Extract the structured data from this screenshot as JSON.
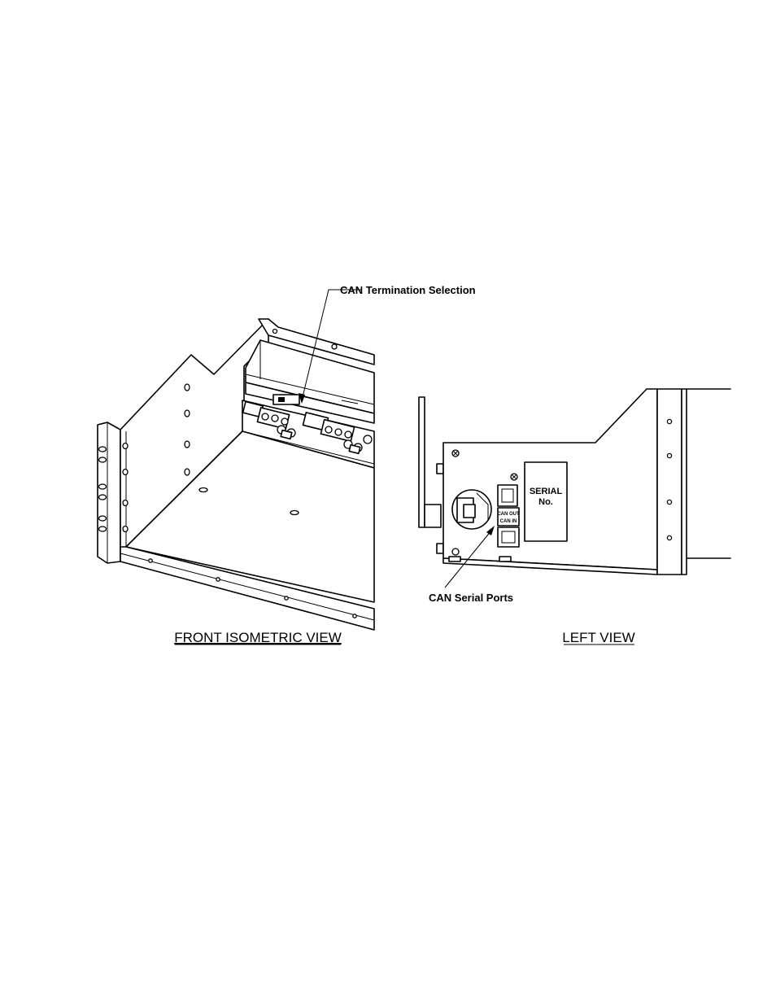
{
  "labels": {
    "can_termination": "CAN Termination Selection",
    "can_serial_ports": "CAN Serial Ports",
    "can_out": "CAN OUT",
    "can_in": "CAN IN",
    "serial_line1": "SERIAL",
    "serial_line2": "No."
  },
  "captions": {
    "front": "FRONT ISOMETRIC VIEW",
    "left": "LEFT VIEW"
  }
}
